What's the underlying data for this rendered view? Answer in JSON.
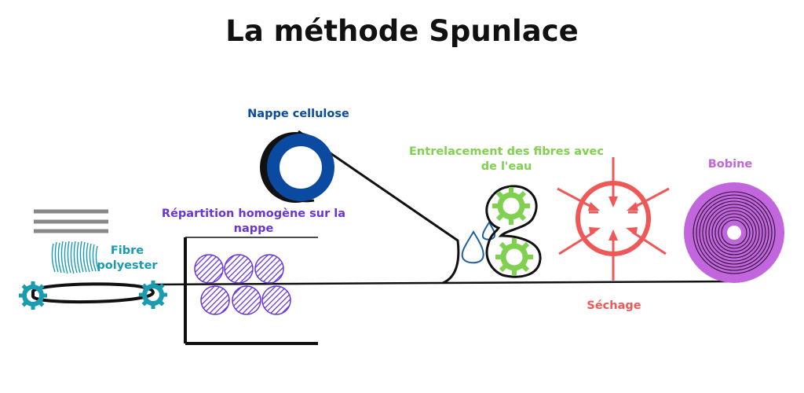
{
  "title": "La méthode Spunlace",
  "labels": {
    "cellulose": "Nappe cellulose",
    "entrelacement_line1": "Entrelacement des fibres avec",
    "entrelacement_line2": "de l'eau",
    "bobine": "Bobine",
    "repartition_line1": "Répartition homogène sur la",
    "repartition_line2": "nappe",
    "fibre_line1": "Fibre",
    "fibre_line2": "polyester",
    "sechage": "Séchage"
  },
  "colors": {
    "text": "#111111",
    "cellulose": "#0a4aa0",
    "entrelacement": "#7fd14f",
    "bobine": "#c266dd",
    "repartition": "#6a35d8",
    "fibre": "#1a9bb0",
    "sechage": "#f05858",
    "water": "#1e5fa8",
    "line": "#111111",
    "comb": "#888888"
  },
  "icons": [
    "comb-lines-icon",
    "fibers-icon",
    "gear-icon",
    "water-drop-icon",
    "arrow-icon",
    "roll-icon"
  ]
}
